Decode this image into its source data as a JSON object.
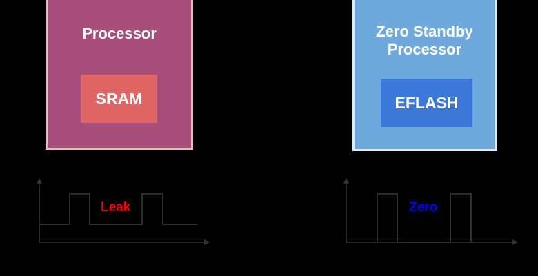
{
  "left": {
    "title": "Processor",
    "memory_label": "SRAM",
    "waveform_label": "Leak",
    "colors": {
      "chip": "#a64d79",
      "memory": "#e06666",
      "label": "#ff0000"
    }
  },
  "right": {
    "title": "Zero Standby\nProcessor",
    "title_line1": "Zero Standby",
    "title_line2": "Processor",
    "memory_label": "EFLASH",
    "waveform_label": "Zero",
    "colors": {
      "chip": "#6fa8dc",
      "memory": "#3c78d8",
      "label": "#0000ff"
    }
  }
}
